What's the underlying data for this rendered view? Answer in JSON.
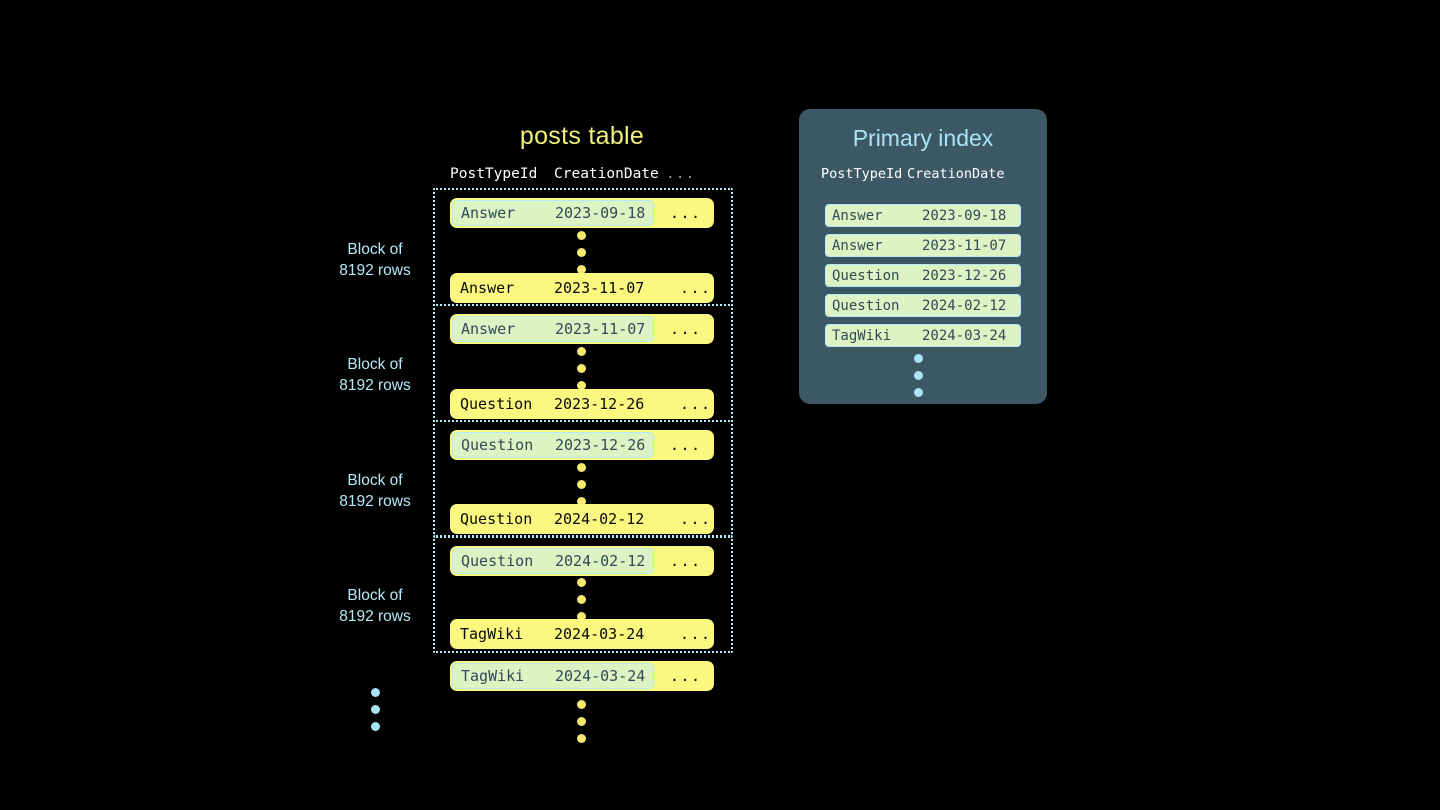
{
  "posts_table": {
    "title": "posts table",
    "columns": [
      "PostTypeId",
      "CreationDate"
    ],
    "ellipsis_header": "...",
    "row_ellipsis": "...",
    "blocks": [
      {
        "label_line1": "Block of",
        "label_line2": "8192 rows",
        "first_row": {
          "type": "Answer",
          "date": "2023-09-18",
          "highlighted": true
        },
        "last_row": {
          "type": "Answer",
          "date": "2023-11-07",
          "highlighted": false
        }
      },
      {
        "label_line1": "Block of",
        "label_line2": "8192 rows",
        "first_row": {
          "type": "Answer",
          "date": "2023-11-07",
          "highlighted": true
        },
        "last_row": {
          "type": "Question",
          "date": "2023-12-26",
          "highlighted": false
        }
      },
      {
        "label_line1": "Block of",
        "label_line2": "8192 rows",
        "first_row": {
          "type": "Question",
          "date": "2023-12-26",
          "highlighted": true
        },
        "last_row": {
          "type": "Question",
          "date": "2024-02-12",
          "highlighted": false
        }
      },
      {
        "label_line1": "Block of",
        "label_line2": "8192 rows",
        "first_row": {
          "type": "Question",
          "date": "2024-02-12",
          "highlighted": true
        },
        "last_row": {
          "type": "TagWiki",
          "date": "2024-03-24",
          "highlighted": false
        }
      }
    ],
    "trailing_row": {
      "type": "TagWiki",
      "date": "2024-03-24",
      "highlighted": true
    }
  },
  "primary_index": {
    "title": "Primary index",
    "columns": [
      "PostTypeId",
      "CreationDate"
    ],
    "entries": [
      {
        "type": "Answer",
        "date": "2023-09-18"
      },
      {
        "type": "Answer",
        "date": "2023-11-07"
      },
      {
        "type": "Question",
        "date": "2023-12-26"
      },
      {
        "type": "Question",
        "date": "2024-02-12"
      },
      {
        "type": "TagWiki",
        "date": "2024-03-24"
      }
    ]
  },
  "colors": {
    "background": "#000000",
    "row_yellow": "#faf87e",
    "highlight_green": "#ddf3c3",
    "accent_blue": "#a9e4f5",
    "panel_slate": "#3d5865",
    "title_yellow": "#f2f07a"
  }
}
